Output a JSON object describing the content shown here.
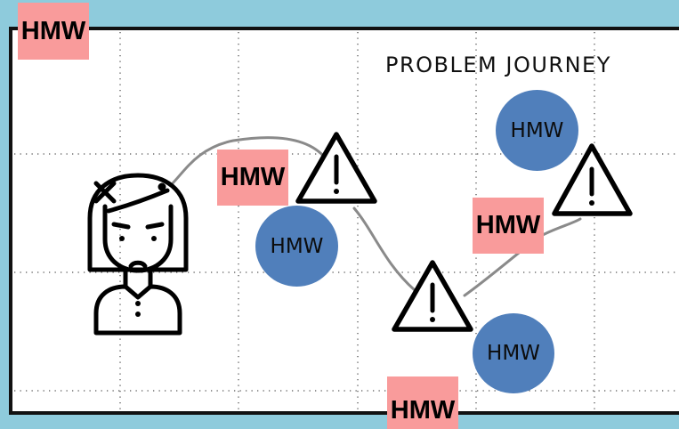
{
  "board": {
    "title": "PROBLEM JOURNEY",
    "background_color": "#ffffff",
    "frame_color": "#8ecbdc",
    "border_color": "#111111",
    "grid_color": "#555555",
    "path_color": "#8a8a8a"
  },
  "icons": {
    "persona": "worried-person-icon",
    "warning": "warning-triangle-icon"
  },
  "sticky_notes": [
    {
      "label": "HMW",
      "color": "#f99b9b"
    },
    {
      "label": "HMW",
      "color": "#f99b9b"
    },
    {
      "label": "HMW",
      "color": "#f99b9b"
    },
    {
      "label": "HMW",
      "color": "#f99b9b"
    }
  ],
  "circle_notes": [
    {
      "label": "HMW",
      "color": "#507fbb"
    },
    {
      "label": "HMW",
      "color": "#507fbb"
    },
    {
      "label": "HMW",
      "color": "#507fbb"
    }
  ]
}
